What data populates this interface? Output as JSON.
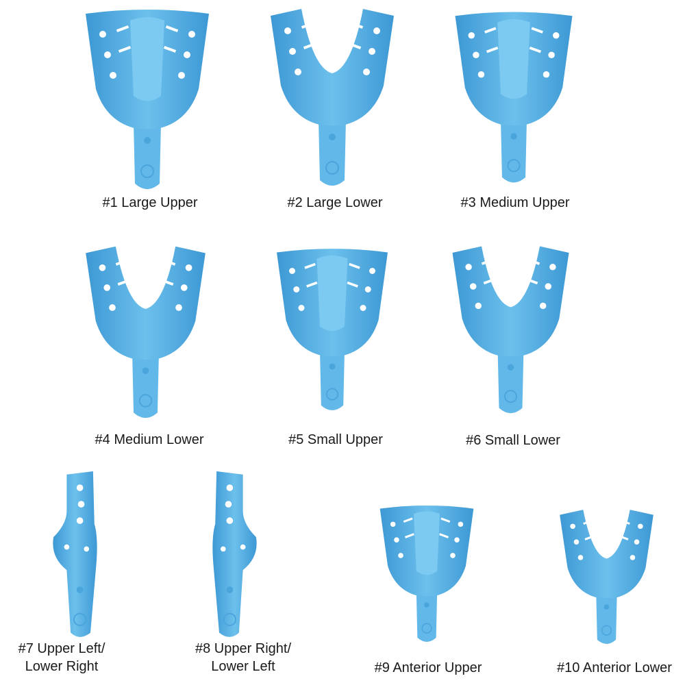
{
  "colors": {
    "tray": "#5fb6e6",
    "tray_dark": "#3d98d4",
    "tray_light": "#8fd0f3",
    "text": "#1a1a1a"
  },
  "trays": [
    {
      "label": "#1 Large Upper",
      "type": "upper"
    },
    {
      "label": "#2 Large Lower",
      "type": "lower"
    },
    {
      "label": "#3 Medium Upper",
      "type": "upper"
    },
    {
      "label": "#4 Medium Lower",
      "type": "lower"
    },
    {
      "label": "#5 Small Upper",
      "type": "upper"
    },
    {
      "label": "#6 Small Lower",
      "type": "lower"
    },
    {
      "label_line1": "#7 Upper Left/",
      "label_line2": "Lower Right",
      "type": "partial"
    },
    {
      "label_line1": "#8 Upper Right/",
      "label_line2": "Lower Left",
      "type": "partial"
    },
    {
      "label": "#9 Anterior Upper",
      "type": "upper"
    },
    {
      "label": "#10 Anterior Lower",
      "type": "lower"
    }
  ]
}
